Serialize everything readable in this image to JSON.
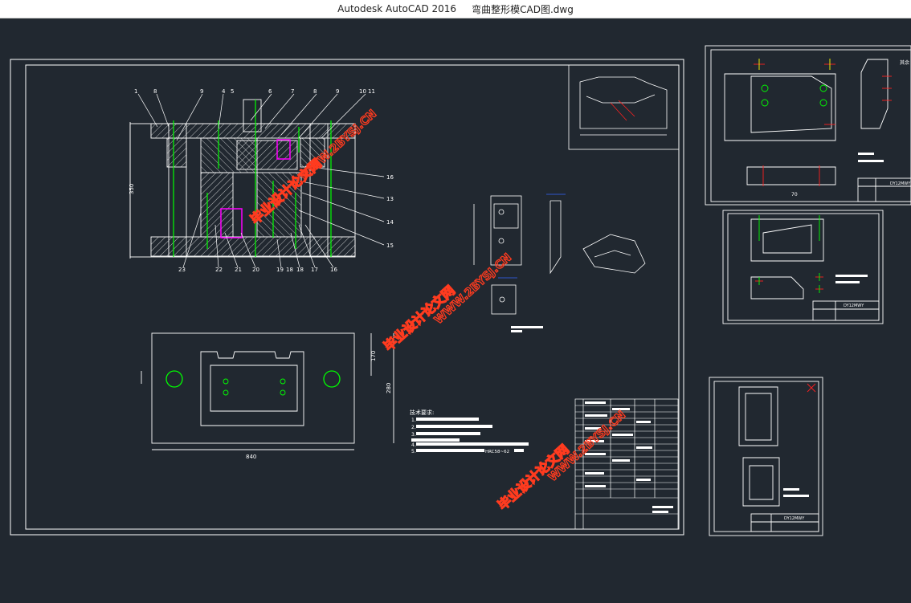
{
  "window": {
    "app_name": "Autodesk AutoCAD 2016",
    "file_name": "弯曲整形模CAD图.dwg"
  },
  "colors": {
    "background": "#212830",
    "line": "#ffffff",
    "green": "#00ff00",
    "magenta": "#ff00ff",
    "red": "#ff2020",
    "watermark": "#ff3b1f"
  },
  "drawing": {
    "part_numbers_top": [
      "1",
      "8",
      "9",
      "4",
      "5",
      "6",
      "7",
      "8",
      "9",
      "10",
      "11"
    ],
    "part_numbers_right": [
      "16",
      "13",
      "14",
      "15"
    ],
    "part_numbers_bottom": [
      "23",
      "22",
      "21",
      "20",
      "19",
      "18",
      "18",
      "17",
      "16"
    ],
    "dim_height_main": "350",
    "dim_plate_height": "280",
    "dim_plate_small": "170",
    "dim_plate_width": "840",
    "tech_requirements_title": "技术要求:",
    "tech_items": [
      "1.",
      "2.",
      "3.",
      "4.",
      "5."
    ],
    "tech_note_5_suffix": "HRC58~62",
    "title_block_label": "DY12MWY",
    "sheet2_note": "其余",
    "sheet2_dim": "70",
    "watermark_cn": "毕业设计论文网",
    "watermark_url": "WWW.2BYSJ.CN"
  }
}
